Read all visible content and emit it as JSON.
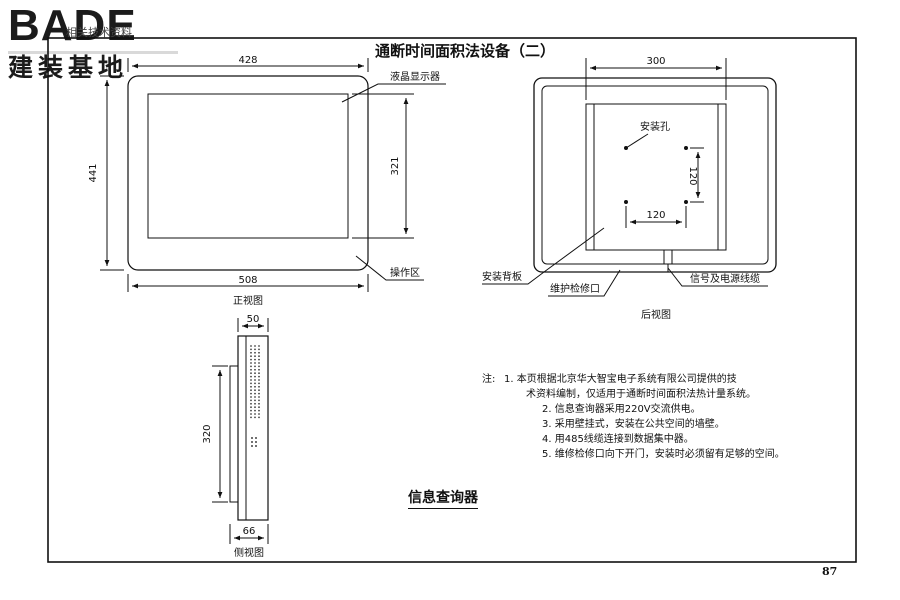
{
  "logo": {
    "brand": "BADE",
    "subtitle": "相关技术资料",
    "cn_name": "建装基地"
  },
  "title": "通断时间面积法设备（二）",
  "device_name": "信息查询器",
  "page_number": "87",
  "front_view": {
    "caption": "正视图",
    "dims": {
      "width_top": "428",
      "height_left": "441",
      "height_inner": "321",
      "width_bottom": "508"
    },
    "callouts": {
      "display": "液晶显示器",
      "operation": "操作区"
    }
  },
  "rear_view": {
    "caption": "后视图",
    "dims": {
      "width_top": "300",
      "hole_vertical": "120",
      "hole_horizontal": "120"
    },
    "callouts": {
      "holes": "安装孔",
      "back_plate": "安装背板",
      "service_port": "维护检修口",
      "cable": "信号及电源线缆"
    }
  },
  "side_view": {
    "caption": "侧视图",
    "dims": {
      "depth_top": "50",
      "height": "320",
      "depth_bottom": "66"
    }
  },
  "notes": {
    "label": "注:",
    "items": [
      "1. 本页根据北京华大智宝电子系统有限公司提供的技",
      "术资料编制，仅适用于通断时间面积法热计量系统。",
      "2. 信息查询器采用220V交流供电。",
      "3. 采用壁挂式，安装在公共空间的墙壁。",
      "4. 用485线缆连接到数据集中器。",
      "5. 维修检修口向下开门，安装时必须留有足够的空间。"
    ]
  }
}
